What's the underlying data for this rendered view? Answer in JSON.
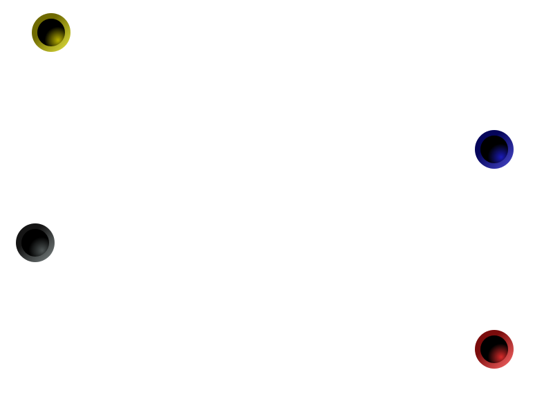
{
  "buttons": [
    {
      "id": "yellow",
      "name": "yellow-ring-button",
      "ring_dark": "#6f6a00",
      "ring_light": "#e6e640",
      "glow": "#b8b000"
    },
    {
      "id": "blue",
      "name": "blue-ring-button",
      "ring_dark": "#05055a",
      "ring_light": "#4a4ad0",
      "glow": "#1a1ab8"
    },
    {
      "id": "gray",
      "name": "gray-ring-button",
      "ring_dark": "#151515",
      "ring_light": "#7c8585",
      "glow": "#4e5555"
    },
    {
      "id": "red",
      "name": "red-ring-button",
      "ring_dark": "#7a0c0c",
      "ring_light": "#ff6a6a",
      "glow": "#d82a2a"
    }
  ]
}
